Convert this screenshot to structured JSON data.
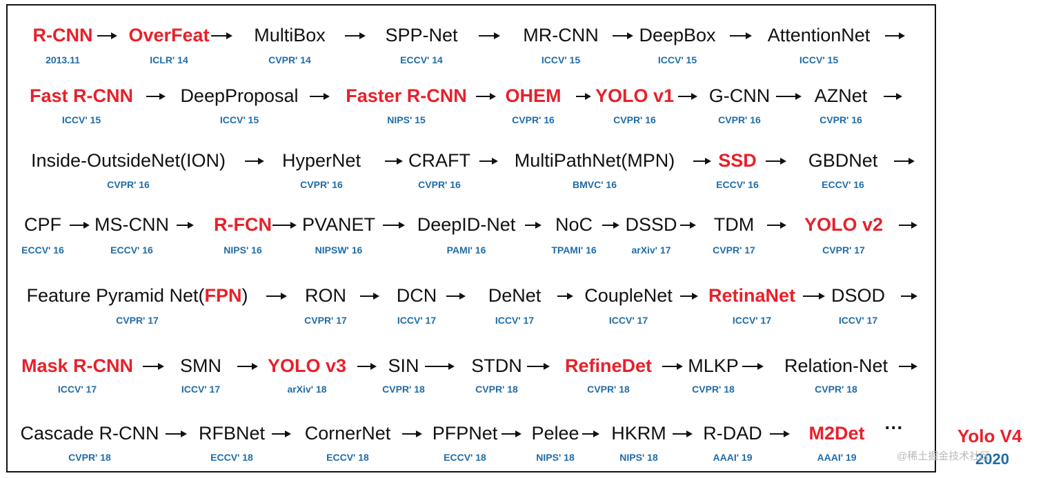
{
  "rows": [
    [
      {
        "name": "R-CNN",
        "venue": "2013.11",
        "hl": true
      },
      {
        "name": "OverFeat",
        "venue": "ICLR' 14",
        "hl": true
      },
      {
        "name": "MultiBox",
        "venue": "CVPR' 14"
      },
      {
        "name": "SPP-Net",
        "venue": "ECCV' 14"
      },
      {
        "name": "MR-CNN",
        "venue": "ICCV' 15"
      },
      {
        "name": "DeepBox",
        "venue": "ICCV' 15"
      },
      {
        "name": "AttentionNet",
        "venue": "ICCV' 15"
      }
    ],
    [
      {
        "name": "Fast R-CNN",
        "venue": "ICCV' 15",
        "hl": true
      },
      {
        "name": "DeepProposal",
        "venue": "ICCV' 15"
      },
      {
        "name": "Faster R-CNN",
        "venue": "NIPS' 15",
        "hl": true
      },
      {
        "name": "OHEM",
        "venue": "CVPR' 16",
        "hl": true
      },
      {
        "name": "YOLO v1",
        "venue": "CVPR' 16",
        "hl": true
      },
      {
        "name": "G-CNN",
        "venue": "CVPR' 16"
      },
      {
        "name": "AZNet",
        "venue": "CVPR' 16"
      }
    ],
    [
      {
        "name": "Inside-OutsideNet(ION)",
        "venue": "CVPR' 16"
      },
      {
        "name": "HyperNet",
        "venue": "CVPR' 16"
      },
      {
        "name": "CRAFT",
        "venue": "CVPR' 16"
      },
      {
        "name": "MultiPathNet(MPN)",
        "venue": "BMVC' 16"
      },
      {
        "name": "SSD",
        "venue": "ECCV' 16",
        "hl": true
      },
      {
        "name": "GBDNet",
        "venue": "ECCV' 16"
      }
    ],
    [
      {
        "name": "CPF",
        "venue": "ECCV' 16"
      },
      {
        "name": "MS-CNN",
        "venue": "ECCV' 16"
      },
      {
        "name": "R-FCN",
        "venue": "NIPS' 16",
        "hl": true
      },
      {
        "name": "PVANET",
        "venue": "NIPSW' 16"
      },
      {
        "name": "DeepID-Net",
        "venue": "PAMI' 16"
      },
      {
        "name": "NoC",
        "venue": "TPAMI' 16"
      },
      {
        "name": "DSSD",
        "venue": "arXiv' 17"
      },
      {
        "name": "TDM",
        "venue": "CVPR' 17"
      },
      {
        "name": "YOLO v2",
        "venue": "CVPR' 17",
        "hl": true
      }
    ],
    [
      {
        "name_pre": "Feature Pyramid Net(",
        "name_hl": "FPN",
        "name_post": ")",
        "venue": "CVPR' 17"
      },
      {
        "name": "RON",
        "venue": "CVPR' 17"
      },
      {
        "name": "DCN",
        "venue": "ICCV' 17"
      },
      {
        "name": "DeNet",
        "venue": "ICCV' 17"
      },
      {
        "name": "CoupleNet",
        "venue": "ICCV' 17"
      },
      {
        "name": "RetinaNet",
        "venue": "ICCV' 17",
        "hl": true
      },
      {
        "name": "DSOD",
        "venue": "ICCV' 17"
      }
    ],
    [
      {
        "name": "Mask R-CNN",
        "venue": "ICCV' 17",
        "hl": true
      },
      {
        "name": "SMN",
        "venue": "ICCV' 17"
      },
      {
        "name": "YOLO v3",
        "venue": "arXiv' 18",
        "hl": true
      },
      {
        "name": "SIN",
        "venue": "CVPR' 18"
      },
      {
        "name": "STDN",
        "venue": "CVPR' 18"
      },
      {
        "name": "RefineDet",
        "venue": "CVPR' 18",
        "hl": true
      },
      {
        "name": "MLKP",
        "venue": "CVPR' 18"
      },
      {
        "name": "Relation-Net",
        "venue": "CVPR' 18"
      }
    ],
    [
      {
        "name": "Cascade R-CNN",
        "venue": "CVPR' 18"
      },
      {
        "name": "RFBNet",
        "venue": "ECCV' 18"
      },
      {
        "name": "CornerNet",
        "venue": "ECCV' 18"
      },
      {
        "name": "PFPNet",
        "venue": "ECCV' 18"
      },
      {
        "name": "Pelee",
        "venue": "NIPS' 18"
      },
      {
        "name": "HKRM",
        "venue": "NIPS' 18"
      },
      {
        "name": "R-DAD",
        "venue": "AAAI' 19"
      },
      {
        "name": "M2Det",
        "venue": "AAAI' 19",
        "hl": true
      }
    ]
  ],
  "ellipsis": "···",
  "side_note": {
    "title": "Yolo V4",
    "year": "2020"
  },
  "watermark": "@稀土掘金技术社区",
  "colors": {
    "highlight": "#e8202a",
    "venue": "#1f6ca8",
    "text": "#111111"
  }
}
